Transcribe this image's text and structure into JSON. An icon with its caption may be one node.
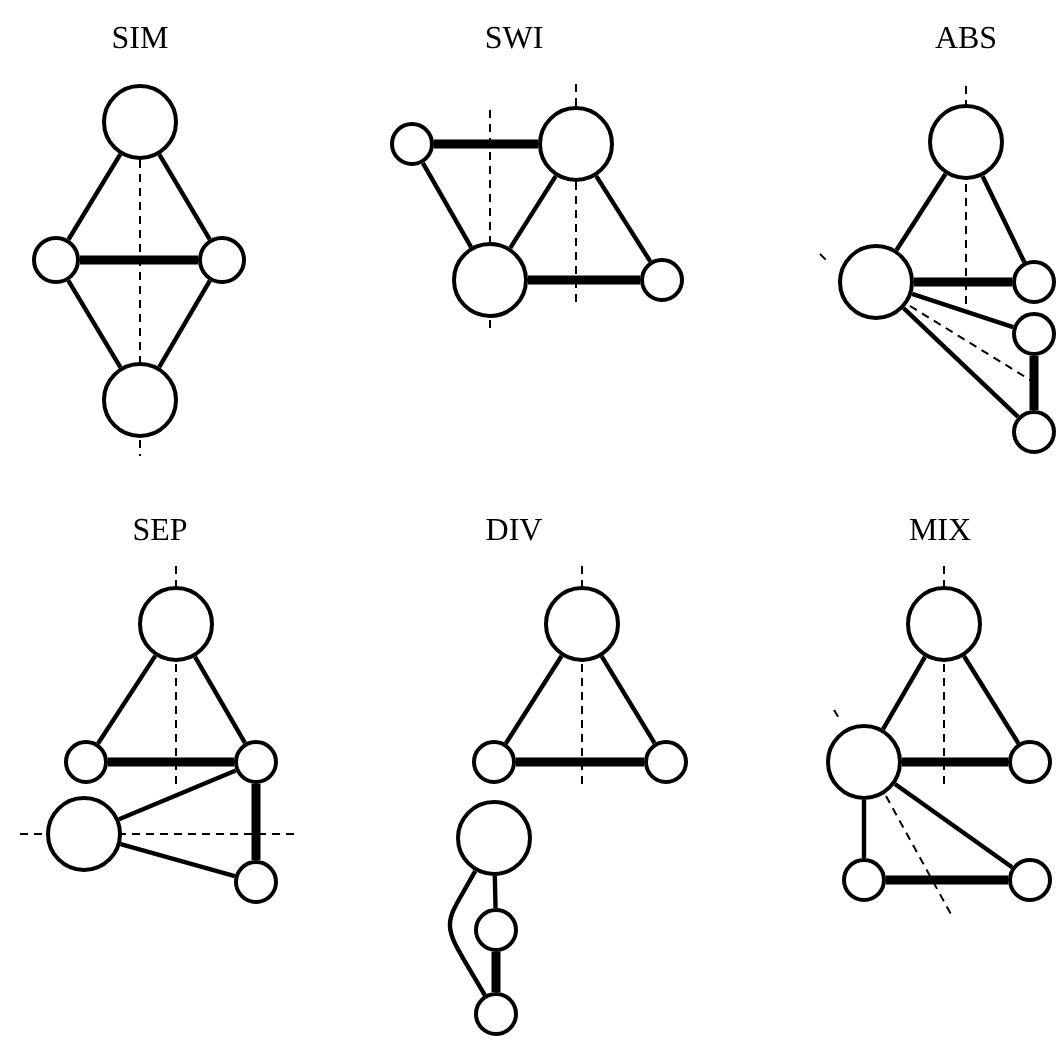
{
  "diagram": {
    "nodes": [
      {
        "text": [],
        "shape": "circle"
      },
      {
        "text": [],
        "shape": "circle"
      },
      {
        "text": [],
        "shape": "circle"
      },
      {
        "text": [],
        "shape": "circle"
      },
      {
        "text": [],
        "shape": "circle"
      },
      {
        "text": [],
        "shape": "circle"
      },
      {
        "text": [],
        "shape": "circle"
      },
      {
        "text": [],
        "shape": "circle"
      },
      {
        "text": [],
        "shape": "circle"
      },
      {
        "text": [],
        "shape": "circle"
      },
      {
        "text": [],
        "shape": "circle"
      },
      {
        "text": [],
        "shape": "circle"
      },
      {
        "text": [],
        "shape": "circle"
      },
      {
        "text": [],
        "shape": "circle"
      },
      {
        "text": [],
        "shape": "circle"
      },
      {
        "text": [],
        "shape": "circle"
      },
      {
        "text": [],
        "shape": "circle"
      },
      {
        "text": [],
        "shape": "circle"
      },
      {
        "text": [],
        "shape": "circle"
      },
      {
        "text": [],
        "shape": "circle"
      },
      {
        "text": [],
        "shape": "circle"
      },
      {
        "text": [],
        "shape": "circle"
      },
      {
        "text": [],
        "shape": "circle"
      },
      {
        "text": [],
        "shape": "circle"
      },
      {
        "text": [],
        "shape": "circle"
      },
      {
        "text": [],
        "shape": "circle"
      },
      {
        "text": [],
        "shape": "circle"
      },
      {
        "text": [],
        "shape": "circle"
      },
      {
        "text": [],
        "shape": "circle"
      }
    ],
    "edges": [
      {
        "from": 0,
        "to": 1,
        "arrow": "none"
      },
      {
        "from": 0,
        "to": 2,
        "arrow": "none"
      },
      {
        "from": 1,
        "to": 2,
        "arrow": "none",
        "style": "thick"
      },
      {
        "from": 1,
        "to": 3,
        "arrow": "none"
      },
      {
        "from": 2,
        "to": 3,
        "arrow": "none"
      },
      {
        "from": 4,
        "to": 5,
        "arrow": "none",
        "style": "thick"
      },
      {
        "from": 4,
        "to": 6,
        "arrow": "none"
      },
      {
        "from": 5,
        "to": 6,
        "arrow": "none"
      },
      {
        "from": 5,
        "to": 7,
        "arrow": "none"
      },
      {
        "from": 6,
        "to": 7,
        "arrow": "none",
        "style": "thick"
      },
      {
        "from": 8,
        "to": 9,
        "arrow": "none"
      },
      {
        "from": 8,
        "to": 10,
        "arrow": "none"
      },
      {
        "from": 9,
        "to": 10,
        "arrow": "none",
        "style": "thick"
      },
      {
        "from": 9,
        "to": 11,
        "arrow": "none"
      },
      {
        "from": 9,
        "to": 12,
        "arrow": "none"
      },
      {
        "from": 11,
        "to": 12,
        "arrow": "none",
        "style": "thick"
      },
      {
        "from": 13,
        "to": 14,
        "arrow": "none"
      },
      {
        "from": 13,
        "to": 15,
        "arrow": "none"
      },
      {
        "from": 14,
        "to": 15,
        "arrow": "none",
        "style": "thick"
      },
      {
        "from": 15,
        "to": 16,
        "arrow": "none"
      },
      {
        "from": 16,
        "to": 17,
        "arrow": "none"
      },
      {
        "from": 15,
        "to": 17,
        "arrow": "none",
        "style": "thick"
      },
      {
        "from": 18,
        "to": 19,
        "arrow": "none"
      },
      {
        "from": 18,
        "to": 20,
        "arrow": "none"
      },
      {
        "from": 19,
        "to": 20,
        "arrow": "none",
        "style": "thick"
      },
      {
        "from": 21,
        "to": 22,
        "arrow": "none"
      },
      {
        "from": 22,
        "to": 23,
        "arrow": "none",
        "style": "thick"
      },
      {
        "from": 21,
        "to": 23,
        "arrow": "none"
      },
      {
        "from": 24,
        "to": 25,
        "arrow": "none"
      },
      {
        "from": 24,
        "to": 26,
        "arrow": "none"
      },
      {
        "from": 25,
        "to": 26,
        "arrow": "none",
        "style": "thick"
      },
      {
        "from": 25,
        "to": 27,
        "arrow": "none"
      },
      {
        "from": 25,
        "to": 28,
        "arrow": "none"
      },
      {
        "from": 27,
        "to": 28,
        "arrow": "none",
        "style": "thick"
      }
    ],
    "labels": [
      "SIM",
      "SWI",
      "ABS",
      "SEP",
      "DIV",
      "MIX"
    ]
  }
}
